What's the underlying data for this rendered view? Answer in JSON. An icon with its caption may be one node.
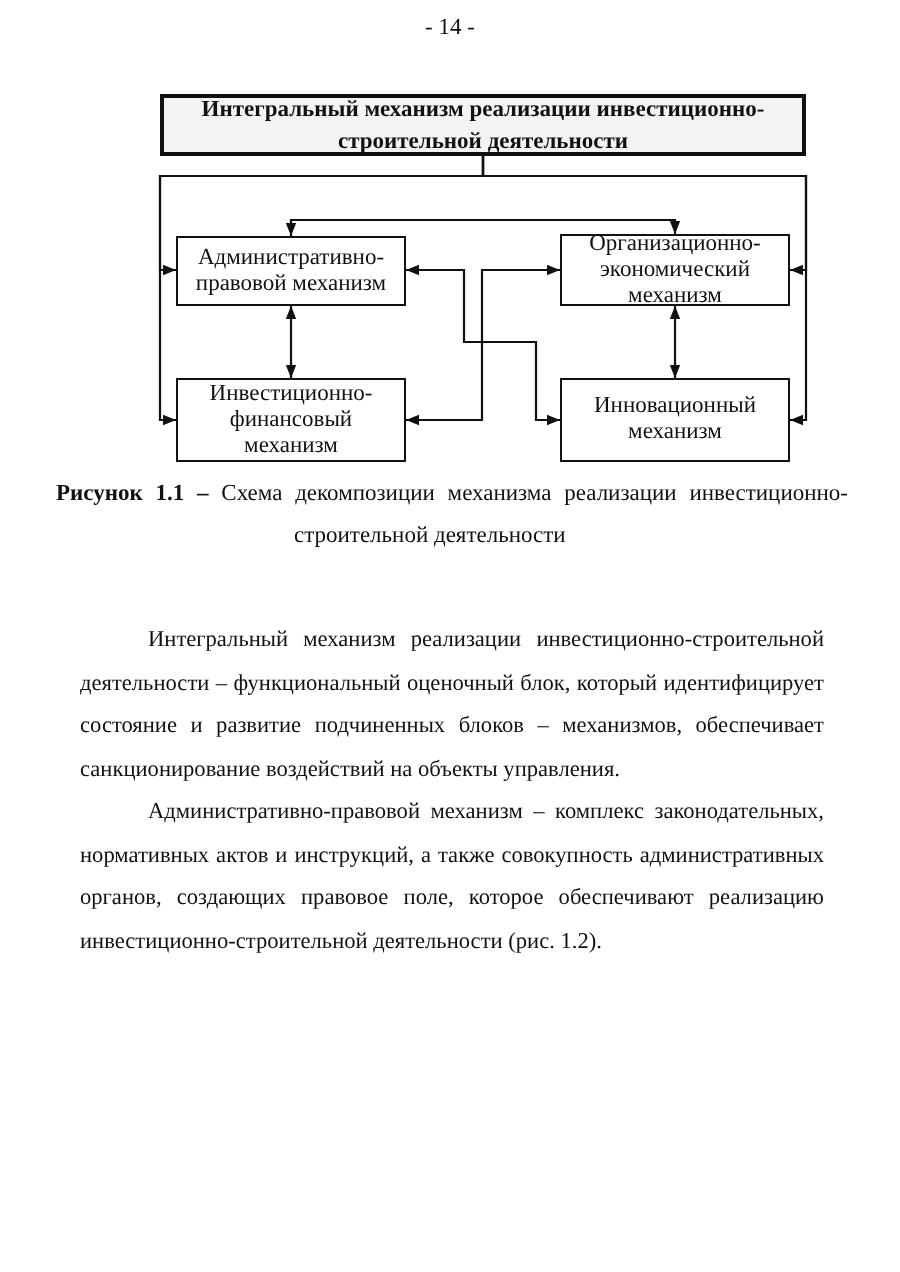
{
  "diagram": {
    "caption": "**Рисунок 1.1 –** Схема декомпозиции механизма реализации инвестиционно-строительной деятельности",
    "nodes": [
      {
        "text": [
          "Интегральный механизм реализации инвестиционно-строительной деятельности"
        ]
      },
      {
        "text": [
          "Административно-правовой механизм"
        ]
      },
      {
        "text": [
          "Организационно-экономический механизм"
        ]
      },
      {
        "text": [
          "Инвестиционно-финансовый механизм"
        ]
      },
      {
        "text": [
          "Инновационный механизм"
        ]
      }
    ],
    "edges": [
      {
        "from": 0,
        "to": 1,
        "arrow": "to"
      },
      {
        "from": 0,
        "to": 3,
        "arrow": "to"
      },
      {
        "from": 0,
        "to": 2,
        "arrow": "to"
      },
      {
        "from": 0,
        "to": 4,
        "arrow": "to"
      },
      {
        "from": 1,
        "to": 2,
        "arrow": "both"
      },
      {
        "from": 1,
        "to": 3,
        "arrow": "both"
      },
      {
        "from": 2,
        "to": 4,
        "arrow": "both"
      },
      {
        "from": 1,
        "to": 4,
        "arrow": "both"
      },
      {
        "from": 3,
        "to": 2,
        "arrow": "both"
      }
    ],
    "labels": [
      "- 14 -",
      "Интегральный механизм реализации инвестиционно-строительной деятельности – функциональный оценочный блок, который идентифицирует состояние и развитие подчиненных блоков – механизмов, обеспечивает санкционирование воздействий на объекты управления.",
      "Административно-правовой механизм – комплекс законодательных, нормативных актов и инструкций, а также совокупность административных органов, создающих правовое поле, которое обеспечивают реализацию инвестиционно-строительной деятельности (рис. 1.2)."
    ]
  }
}
